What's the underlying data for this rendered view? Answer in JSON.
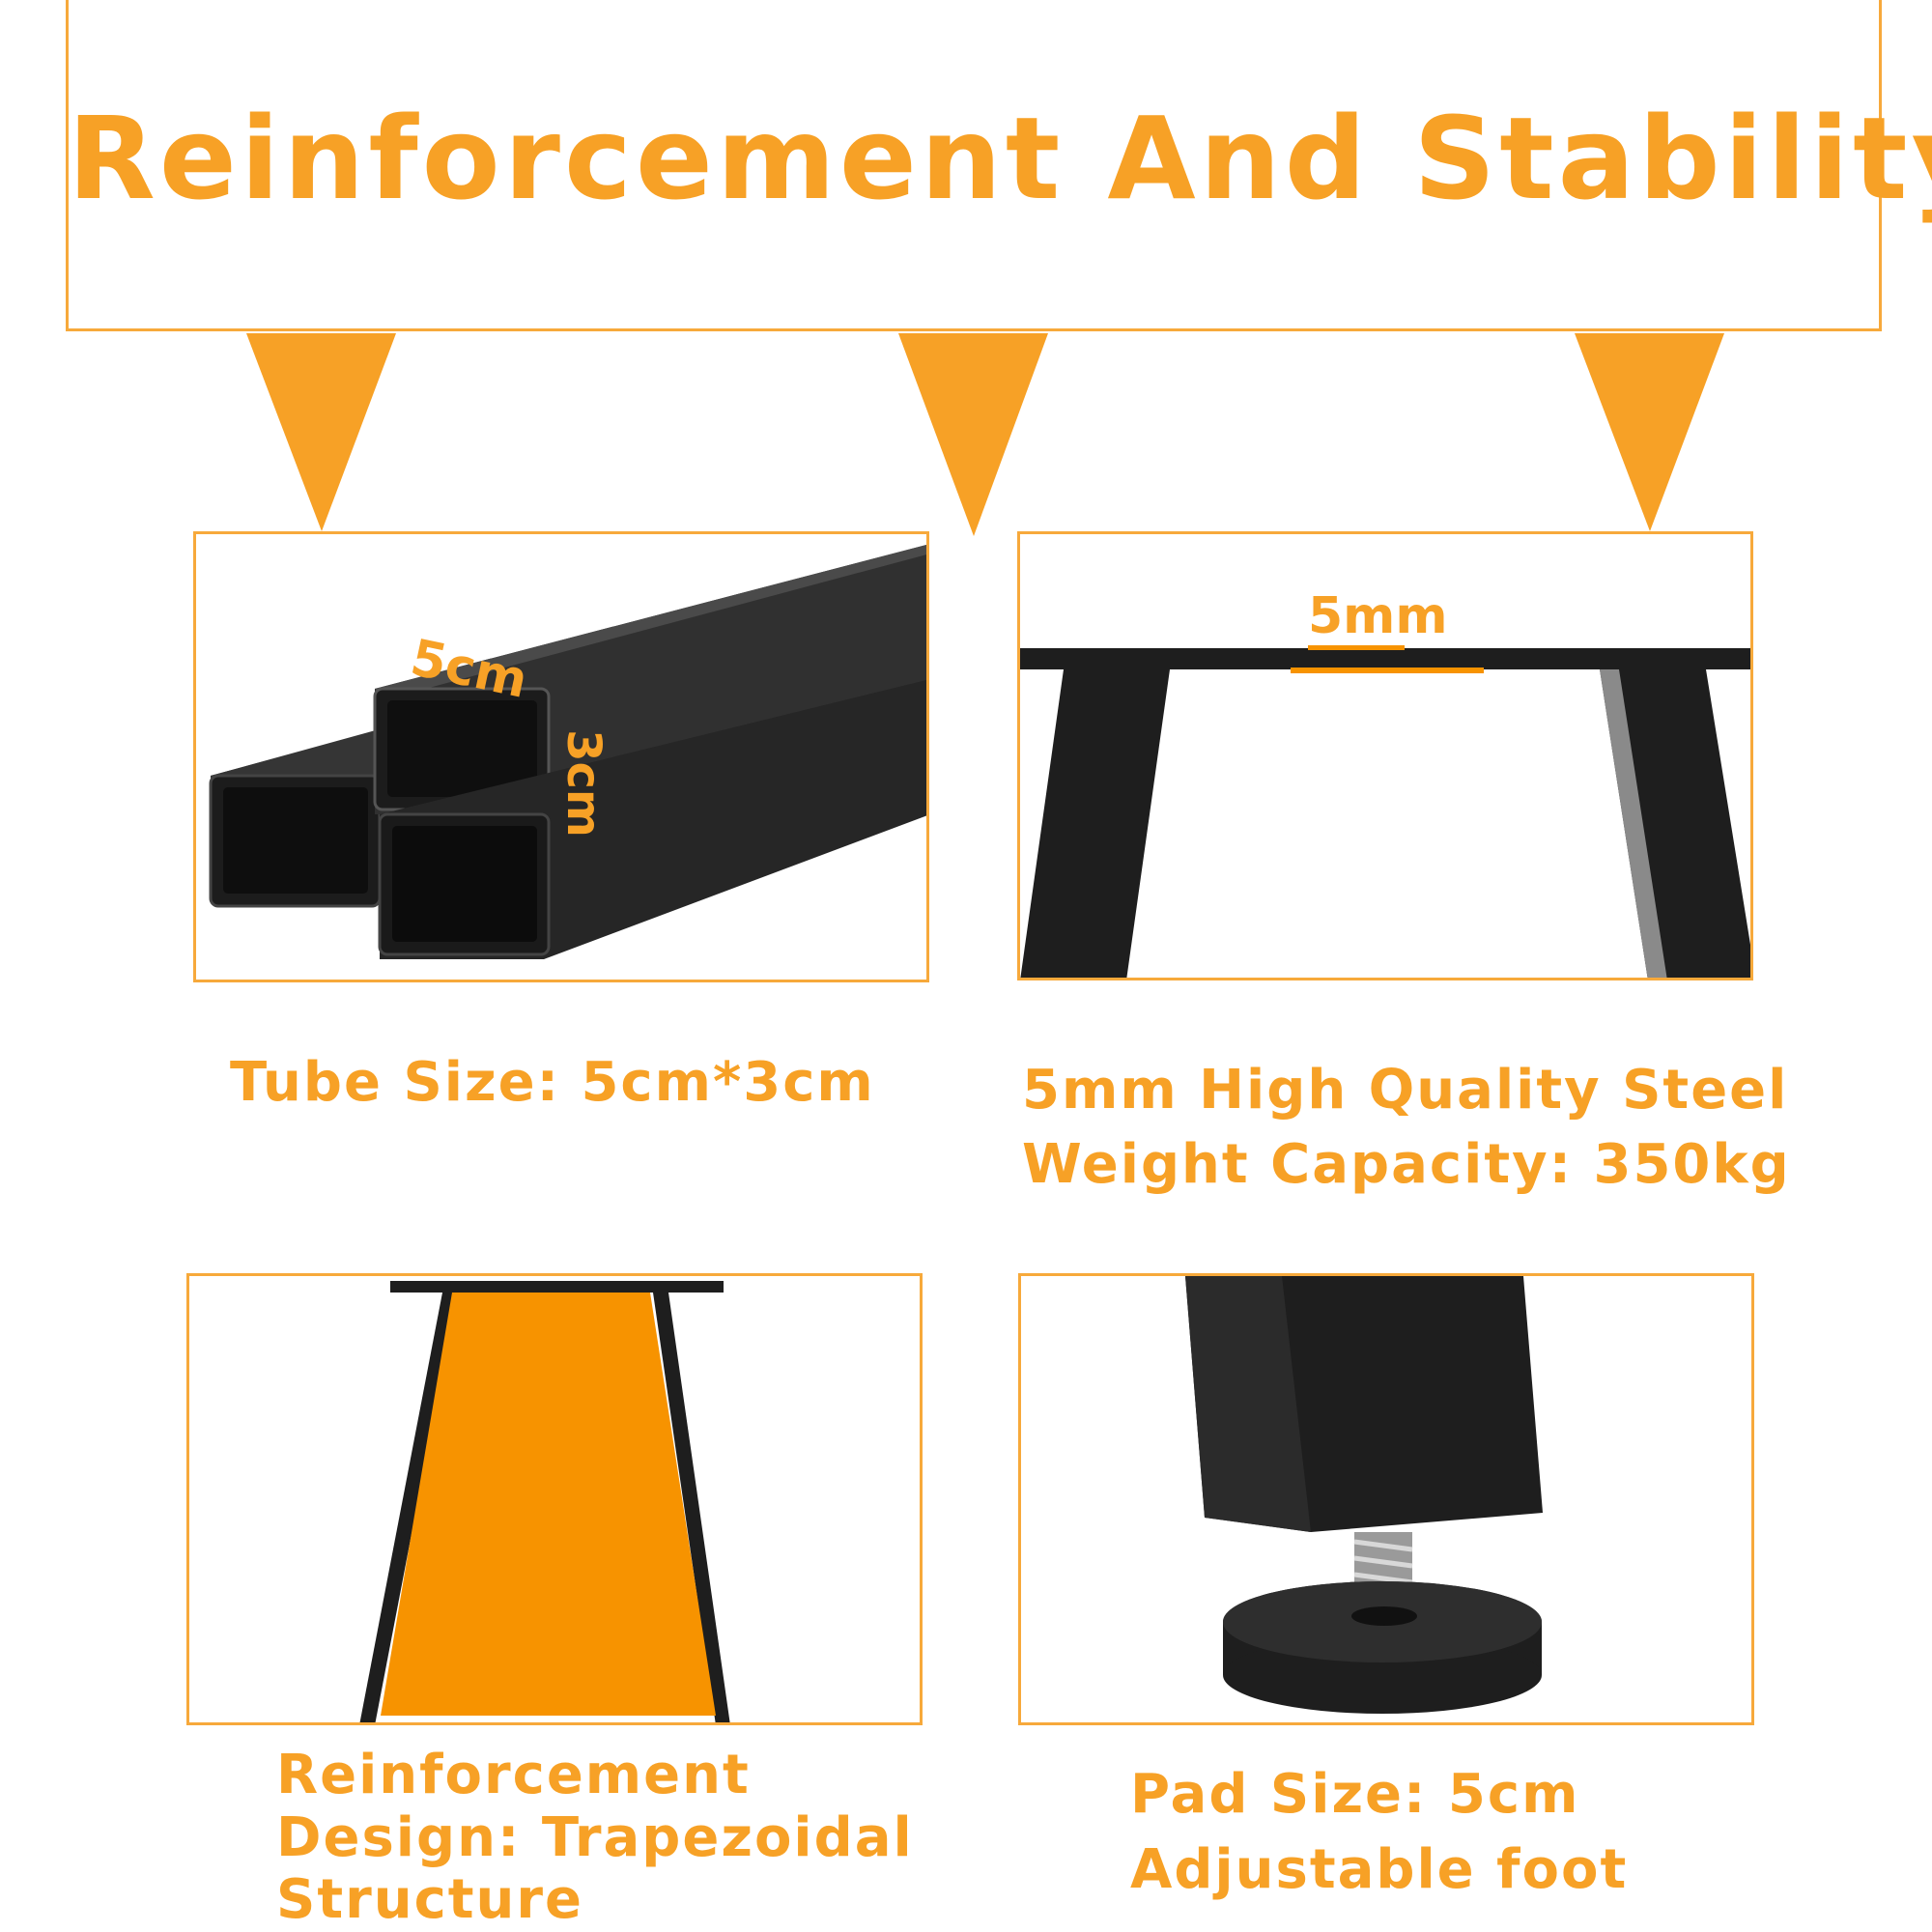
{
  "header": {
    "title": "Reinforcement And Stability"
  },
  "panel_tube": {
    "width_label": "5cm",
    "height_label": "3cm"
  },
  "panel_steel": {
    "thickness_label": "5mm"
  },
  "captions": {
    "tube_size": "Tube Size: 5cm*3cm",
    "steel_line1": "5mm High Quality Steel",
    "steel_line2": "Weight Capacity: 350kg",
    "reinforce_line1": "Reinforcement",
    "reinforce_line2": "Design: Trapezoidal",
    "reinforce_line3": "Structure",
    "pad_line1": "Pad Size: 5cm",
    "pad_line2": "Adjustable foot"
  },
  "colors": {
    "accent": "#F7A126",
    "frame": "#F7A93B",
    "steel": "#1E1E1E",
    "highlight": "#F79300"
  }
}
